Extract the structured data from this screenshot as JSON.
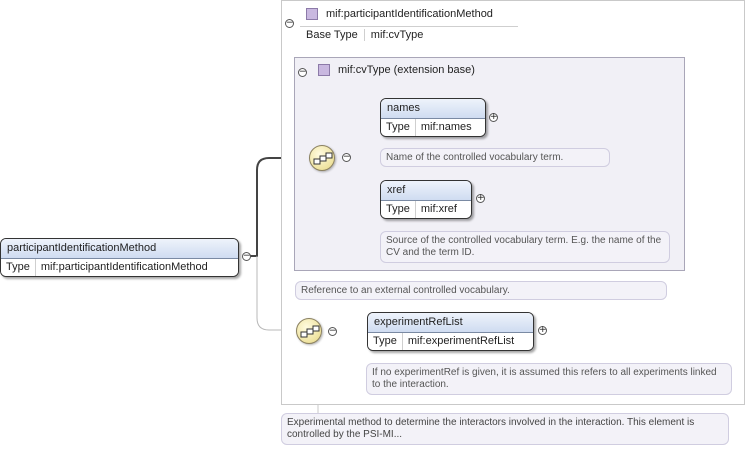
{
  "root_element": {
    "name": "participantIdentificationMethod",
    "type_key": "Type",
    "type_value": "mif:participantIdentificationMethod"
  },
  "complex_type": {
    "name": "mif:participantIdentificationMethod",
    "base_key": "Base Type",
    "base_value": "mif:cvType"
  },
  "extension": {
    "label": "mif:cvType (extension base)"
  },
  "names_element": {
    "name": "names",
    "type_key": "Type",
    "type_value": "mif:names",
    "doc": "Name of the controlled vocabulary term."
  },
  "xref_element": {
    "name": "xref",
    "type_key": "Type",
    "type_value": "mif:xref",
    "doc": "Source of the controlled vocabulary term. E.g. the name of the CV and the term ID."
  },
  "extension_doc": "Reference to an external controlled vocabulary.",
  "experiment_ref_element": {
    "name": "experimentRefList",
    "type_key": "Type",
    "type_value": "mif:experimentRefList",
    "doc": "If no experimentRef is given, it is assumed this refers to all experiments linked to the interaction."
  },
  "root_doc": "Experimental method to determine the interactors involved in the interaction. This element is controlled by the PSI-MI...",
  "toggles": {
    "collapse": "−",
    "expand": "+"
  },
  "colors": {
    "header_gradient_top": "#eef3fb",
    "header_gradient_bottom": "#cfdcf1",
    "doc_bg": "#f3f2f8",
    "extension_bg": "#f1f0f6",
    "sequence_fill": "#efe3a0"
  }
}
